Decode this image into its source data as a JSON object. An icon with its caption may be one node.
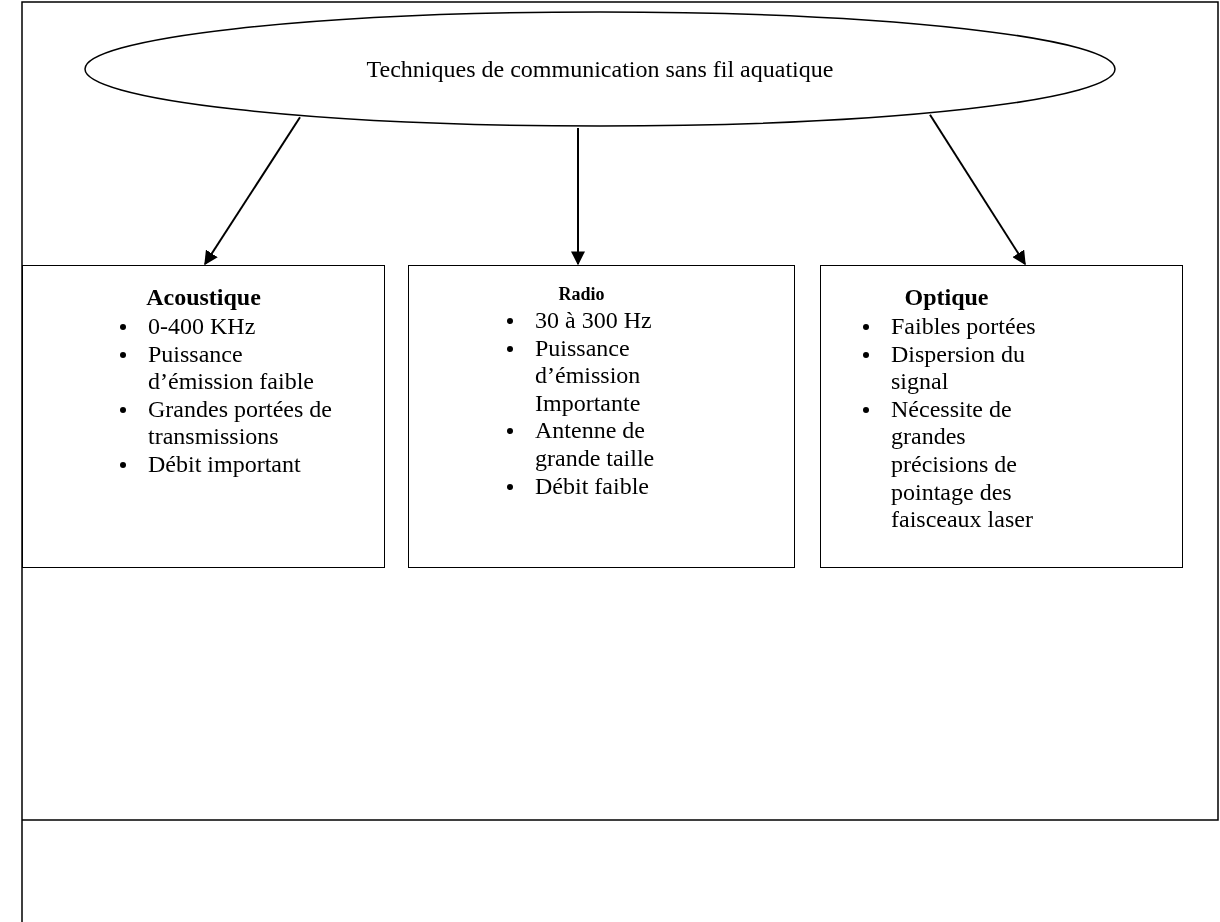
{
  "diagram": {
    "nodes": [
      {
        "text": [
          "Techniques de communication sans fil aquatique"
        ]
      },
      {
        "text": [
          "Acoustique",
          "0-400 KHz",
          "Puissance d’émission faible",
          "Grandes portées de transmissions",
          "Débit important"
        ]
      },
      {
        "text": [
          "Radio",
          "30 à 300 Hz",
          "Puissance d’émission Importante",
          "Antenne de grande taille",
          "Débit faible"
        ]
      },
      {
        "text": [
          "Optique",
          "Faibles portées",
          "Dispersion du signal",
          "Nécessite de grandes précisions de pointage des faisceaux laser"
        ]
      }
    ],
    "edges": [
      {
        "from": 0,
        "to": 1,
        "arrow": "to"
      },
      {
        "from": 0,
        "to": 2,
        "arrow": "to"
      },
      {
        "from": 0,
        "to": 3,
        "arrow": "to"
      }
    ]
  }
}
